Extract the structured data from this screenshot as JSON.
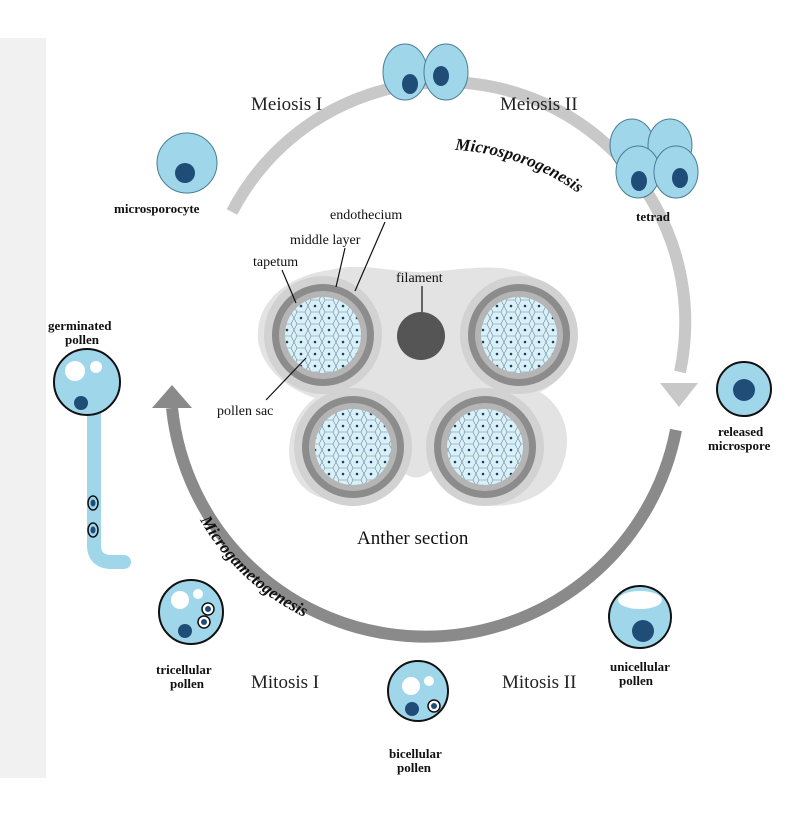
{
  "title": "Anther section",
  "cycle": {
    "upper_label": "Microsporogenesis",
    "lower_label": "Microgametogenesis"
  },
  "phases": {
    "meiosis_1": "Meiosis I",
    "meiosis_2": "Meiosis II",
    "mitosis_1": "Mitosis I",
    "mitosis_2": "Mitosis II"
  },
  "stages": {
    "microsporocyte": "microsporocyte",
    "tetrad": "tetrad",
    "released_line1": "released",
    "released_line2": "microspore",
    "unicellular_line1": "unicellular",
    "unicellular_line2": "pollen",
    "bicellular_line1": "bicellular",
    "bicellular_line2": "pollen",
    "tricellular_line1": "tricellular",
    "tricellular_line2": "pollen",
    "germinated_line1": "germinated",
    "germinated_line2": "pollen"
  },
  "anther_labels": {
    "endothecium": "endothecium",
    "middle_layer": "middle layer",
    "tapetum": "tapetum",
    "filament": "filament",
    "pollen_sac": "pollen sac"
  },
  "colors": {
    "cell_fill": "#9fd6ea",
    "nucleus": "#1f4d78",
    "arrow_upper": "#c8c8c8",
    "arrow_lower": "#8a8a8a",
    "anther_outer": "#e3e3e3",
    "wall_dark": "#8c8c8c",
    "filament": "#555555"
  }
}
